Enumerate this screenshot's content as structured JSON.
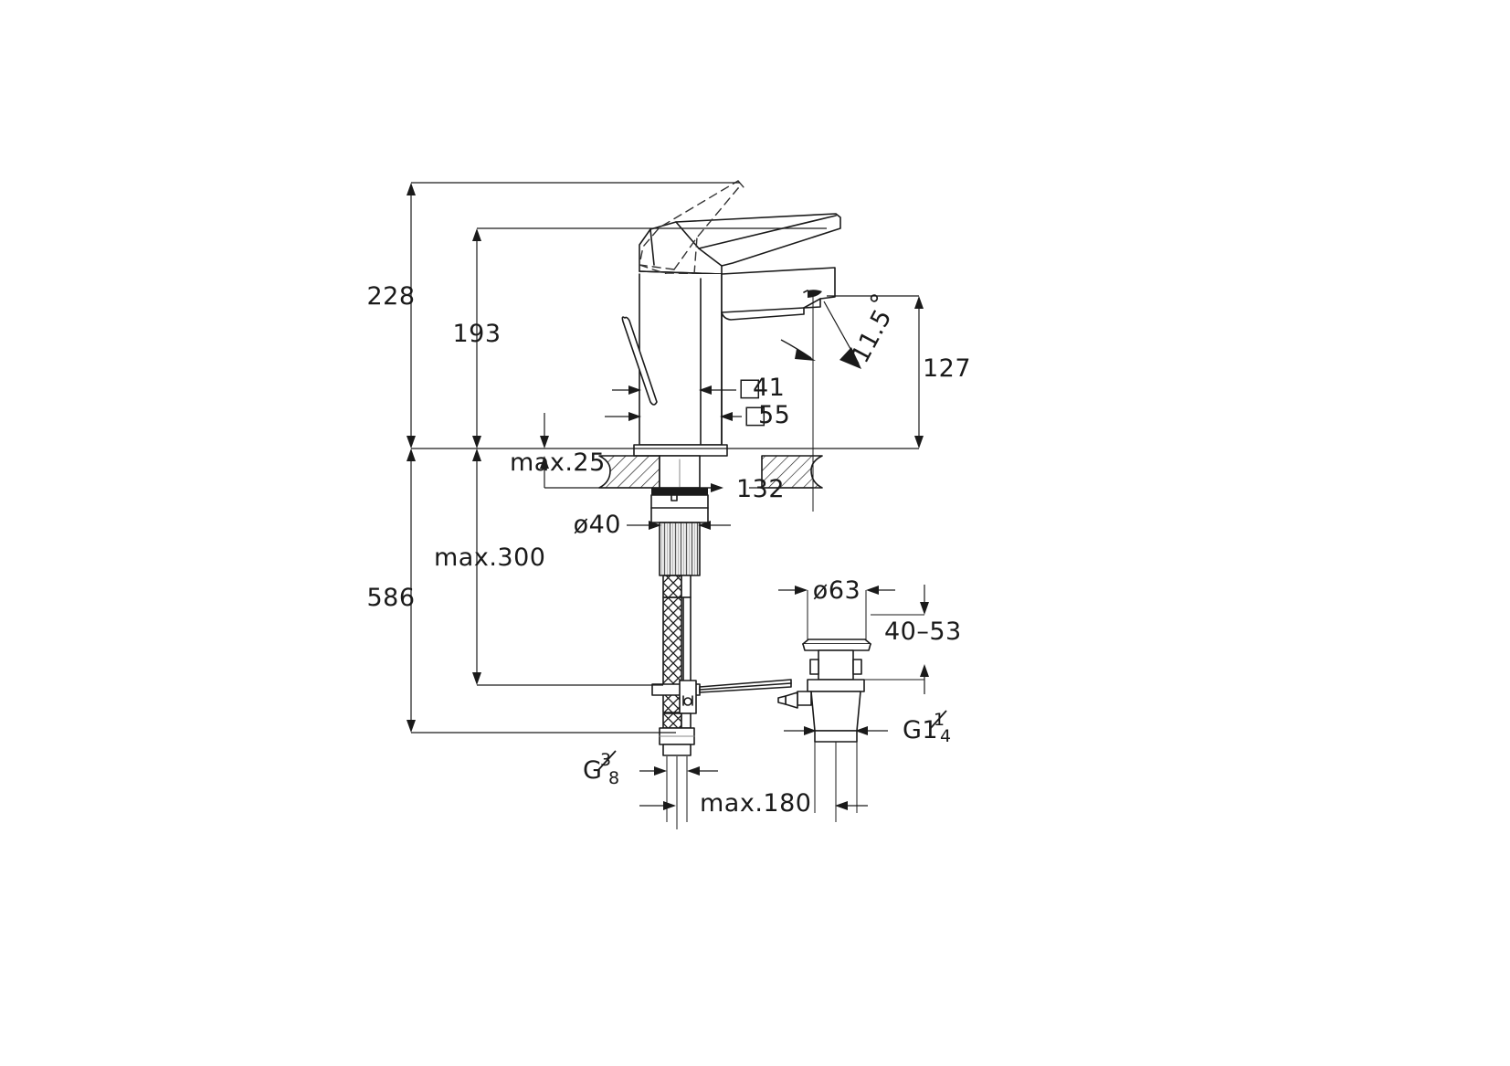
{
  "drawing": {
    "type": "technical-dimension-drawing",
    "subject": "single-lever basin mixer tap with pop-up waste",
    "units": "mm",
    "background_color": "#ffffff",
    "line_color": "#1a1a1a",
    "text_color": "#1a1a1a"
  },
  "dimensions": {
    "total_height_above_counter": "228",
    "spout_top_height": "193",
    "spout_outlet_height": "127",
    "body_depth_square": "41",
    "body_width_square": "55",
    "counter_thickness_max": "max.25",
    "spout_reach": "132",
    "shank_diameter": "ø40",
    "shank_length_max": "max.300",
    "total_length": "586",
    "waste_flange_diameter": "ø63",
    "waste_body_range": "40-53",
    "waste_thread": "G1",
    "waste_thread_fraction_num": "1",
    "waste_thread_fraction_den": "4",
    "supply_thread": "G",
    "supply_thread_fraction_num": "3",
    "supply_thread_fraction_den": "8",
    "supply_hose_length_max": "max.180",
    "spout_angle": "11.5°"
  },
  "labels": {
    "height_228": "228",
    "height_193": "193",
    "height_127": "127",
    "square_41": "41",
    "square_55": "55",
    "max_25": "max.25",
    "reach_132": "132",
    "dia_40": "ø40",
    "max_300": "max.300",
    "total_586": "586",
    "dia_63": "ø63",
    "range_40_53": "40–53",
    "angle_115": "11.5",
    "degree_symbol": "°",
    "g_one": "G1",
    "g_plain": "G",
    "frac_1": "1",
    "frac_4": "4",
    "frac_3": "3",
    "frac_8": "8",
    "max_180": "max.180",
    "sq_symbol": "□"
  }
}
